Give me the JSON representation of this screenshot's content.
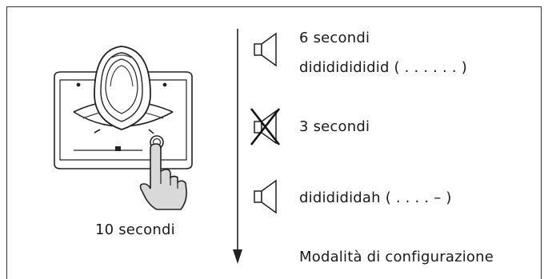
{
  "device": {
    "caption": "10 secondi"
  },
  "sequence": {
    "steps": [
      {
        "state": "sound",
        "icon": "speaker-icon",
        "line1": "6 secondi",
        "line2": "didididididid ( . . . . . . )"
      },
      {
        "state": "muted",
        "icon": "speaker-muted-icon",
        "line1": "3 secondi"
      },
      {
        "state": "sound",
        "icon": "speaker-icon",
        "line1": "dididididah ( . . . . – )"
      }
    ],
    "result": "Modalità di configurazione"
  }
}
